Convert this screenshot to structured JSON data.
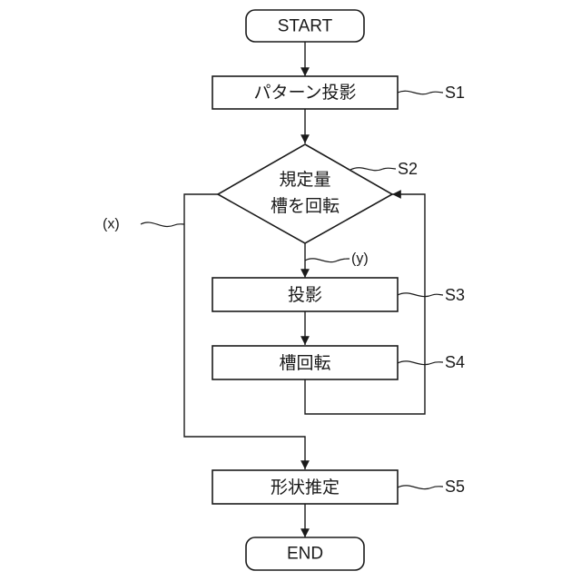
{
  "flowchart": {
    "start": "START",
    "end": "END",
    "steps": {
      "s1": {
        "label": "パターン投影",
        "ref": "S1"
      },
      "s2": {
        "label_line1": "規定量",
        "label_line2": "槽を回転",
        "ref": "S2"
      },
      "s3": {
        "label": "投影",
        "ref": "S3"
      },
      "s4": {
        "label": "槽回転",
        "ref": "S4"
      },
      "s5": {
        "label": "形状推定",
        "ref": "S5"
      }
    },
    "branches": {
      "x": "(x)",
      "y": "(y)"
    }
  }
}
